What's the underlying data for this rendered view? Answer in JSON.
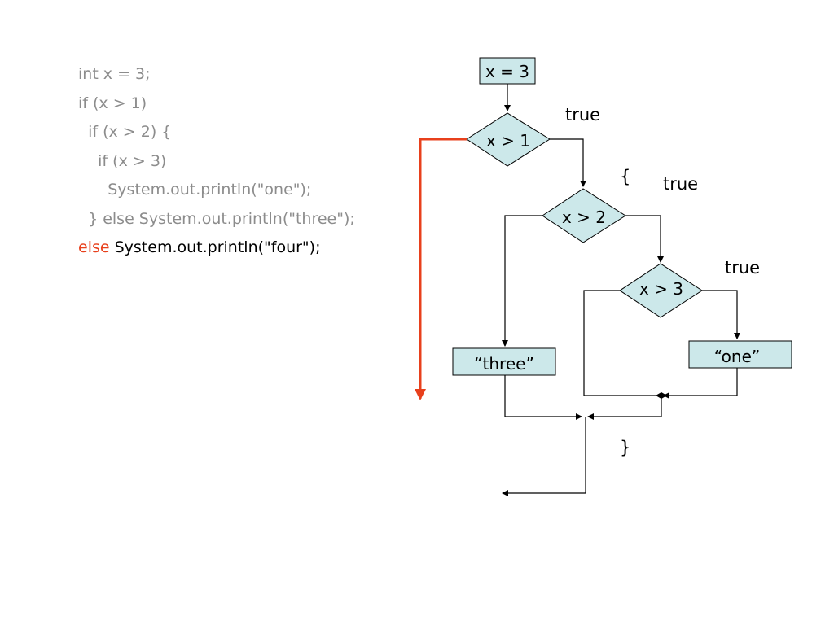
{
  "code": {
    "lines": [
      "int x = 3;",
      "if (x > 1)",
      "  if (x > 2) {",
      "    if (x > 3)",
      "      System.out.println(\"one\");",
      "  } else System.out.println(\"three\");"
    ],
    "last_line_keyword": "else",
    "last_line_rest": " System.out.println(\"four\");"
  },
  "flowchart": {
    "start_box": "x = 3",
    "cond1": "x > 1",
    "cond2": "x > 2",
    "cond3": "x > 3",
    "box_three": "“three”",
    "box_one": "“one”",
    "true_label_1": "true",
    "true_label_2": "true",
    "true_label_3": "true",
    "open_brace": "{",
    "close_brace": "}"
  },
  "colors": {
    "box_fill": "#cce8ea",
    "highlight": "#e8401c",
    "code_gray": "#8c8c8c"
  }
}
